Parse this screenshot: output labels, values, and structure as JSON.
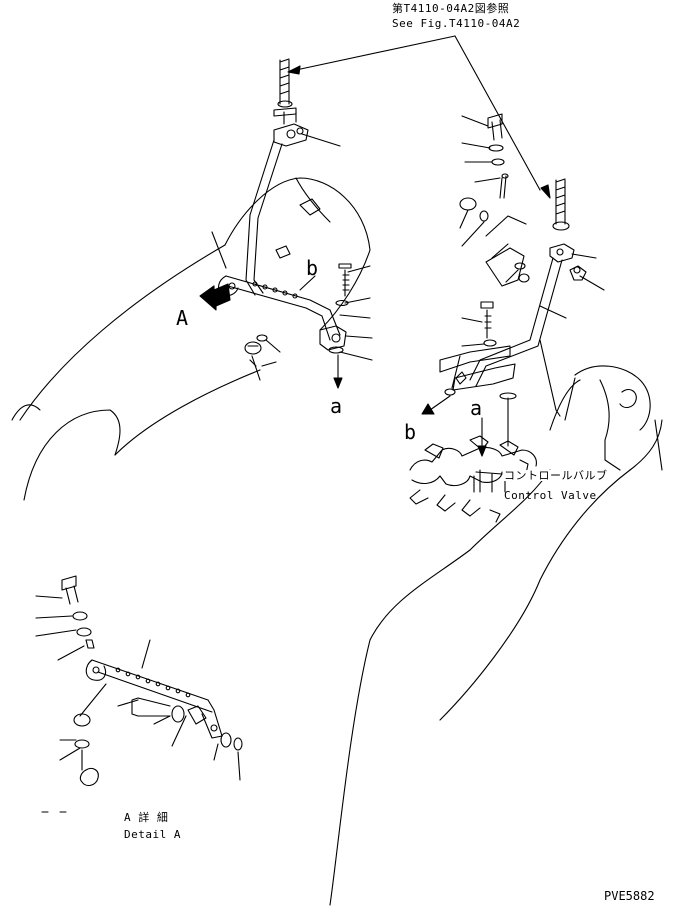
{
  "refs": {
    "fig_ref_jp": "第T4110-04A2図参照",
    "fig_ref_en": "See Fig.T4110-04A2"
  },
  "callouts": {
    "a_upper": "a",
    "a_lower": "a",
    "b_left": "b",
    "b_right": "b",
    "view_a": "A"
  },
  "control_valve": {
    "jp": "コントロールバルブ",
    "en": "Control Valve"
  },
  "detail": {
    "jp": "A 詳 細",
    "en": "Detail A"
  },
  "drawing_id": "PVE5882"
}
